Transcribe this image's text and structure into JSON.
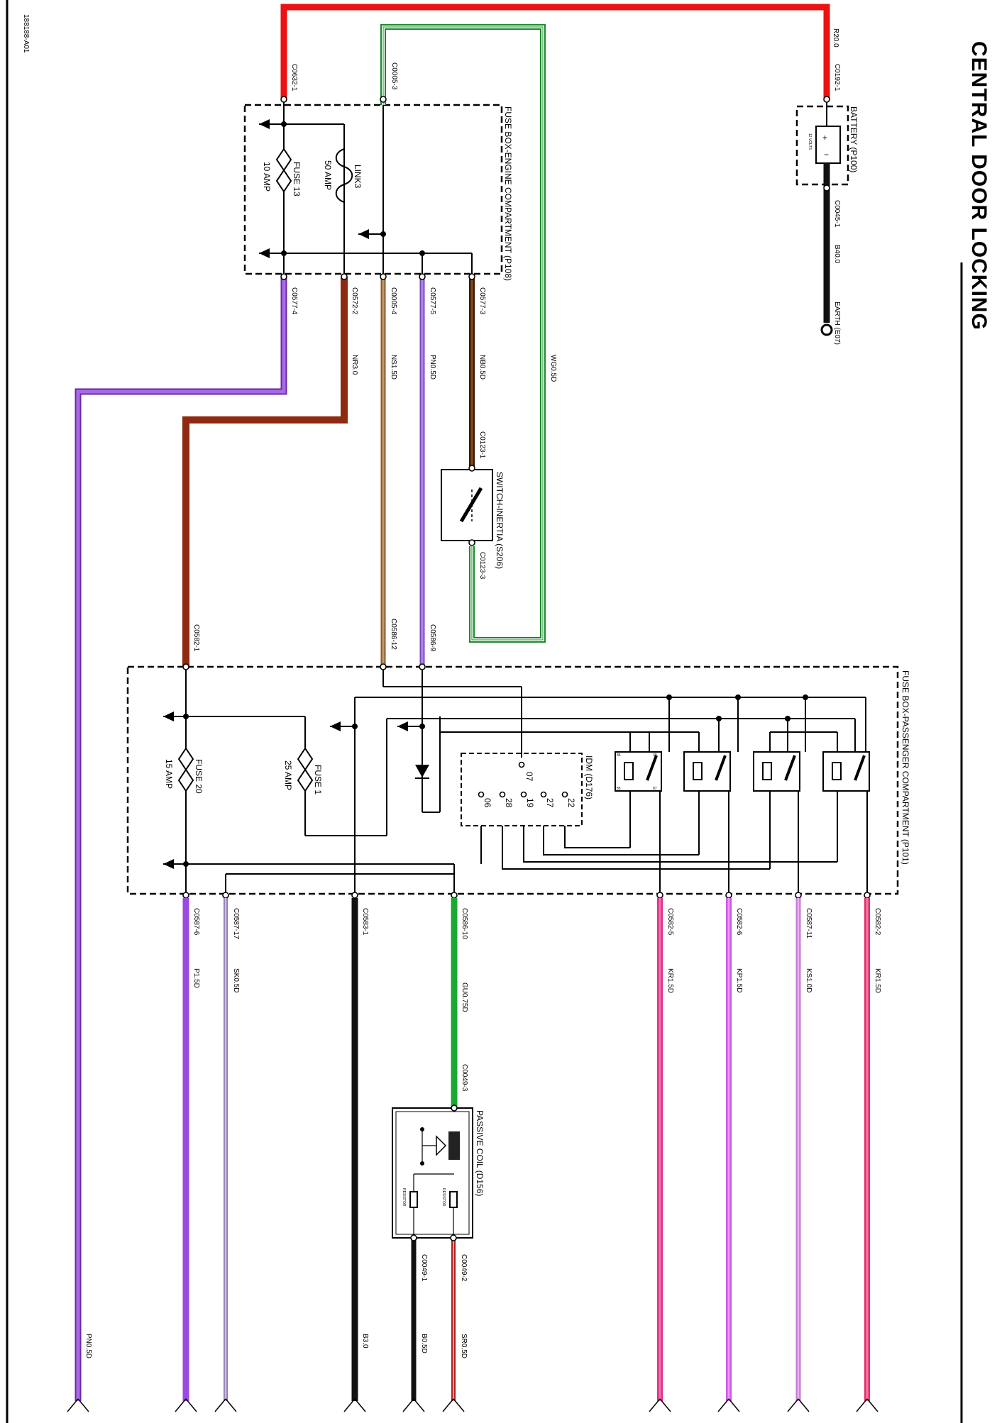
{
  "title": "CENTRAL DOOR LOCKING",
  "doc_id": "188188-A01",
  "battery": {
    "label": "BATTERY (P100)",
    "voltage": "12 VOLTS",
    "conn_top": "C0192-1",
    "conn_bottom": "C0045-1",
    "wire_top": "R20.0",
    "wire_bottom": "B40.0"
  },
  "earth": {
    "label": "EARTH (E07)"
  },
  "fuse_box_engine": {
    "label": "FUSE BOX-ENGINE COMPARTMENT (P108)",
    "fuse13": "FUSE 13",
    "fuse13_amp": "10 AMP",
    "link3": "LINK3",
    "link3_amp": "50 AMP",
    "conn_top_left": "C0632-1",
    "conn_top_mid": "C0005-3",
    "conn_b1": "C0577-4",
    "conn_b2": "C0572-2",
    "conn_b3": "C0005-4",
    "conn_b4": "C0577-5",
    "conn_b5": "C0577-3"
  },
  "wires_top": {
    "nr": "NR3.0",
    "ns": "NS1.5D",
    "pn": "PN0.5D",
    "nb": "NB0.5D",
    "wg": "WG0.5D"
  },
  "inertia_switch": {
    "label": "SWITCH-INERTIA (S206)",
    "conn_top": "C0123-1",
    "conn_bottom": "C0123-3"
  },
  "fuse_box_pass": {
    "label": "FUSE BOX-PASSENGER COMPARTMENT (P101)",
    "conn_in1": "C0582-1",
    "conn_in2": "C0586-12",
    "conn_in3": "C0586-9",
    "fuse20": "FUSE 20",
    "fuse20_amp": "15 AMP",
    "fuse1": "FUSE 1",
    "fuse1_amp": "25 AMP"
  },
  "idm": {
    "label": "IDM (D176)",
    "pins": [
      "07",
      "06",
      "28",
      "19",
      "27",
      "22"
    ]
  },
  "relay_pins": [
    "86",
    "85",
    "30",
    "87"
  ],
  "outputs": [
    {
      "conn": "C0587-6",
      "wire": "P1.5D"
    },
    {
      "conn": "C0587-17",
      "wire": "SK0.5D"
    },
    {
      "conn": "C0583-1",
      "wire": ""
    },
    {
      "conn": "C0586-10",
      "wire": "GU0.75D"
    },
    {
      "conn": "C0582-5",
      "wire": "KR1.5D"
    },
    {
      "conn": "C0582-6",
      "wire": "KP1.5D"
    },
    {
      "conn": "C0587-11",
      "wire": "KS1.0D"
    },
    {
      "conn": "C0582-2",
      "wire": "KR1.5D"
    }
  ],
  "passive_coil": {
    "label": "PASSIVE COIL (D156)",
    "conn_top": "C0049-3",
    "conn_b1": "C0049-1",
    "conn_b2": "C0049-2",
    "r1": "RESISTOR",
    "r2": "RESISTOR"
  },
  "bottom_wires": {
    "pn": "PN0.5D",
    "b": "B3.0",
    "b05": "B0.5D",
    "sr": "SR0.5D"
  },
  "colors": {
    "red": "#ee1111",
    "purple": "#9a4ae0",
    "brown": "#8e2a10",
    "tan": "#8a5a2a",
    "violet": "#8a5ad0",
    "darkbrown": "#5a2a0a",
    "green": "#1aa832",
    "pink": "#e0308a",
    "magenta": "#cc55e8",
    "lavender": "#c87ad8",
    "black": "#111"
  }
}
